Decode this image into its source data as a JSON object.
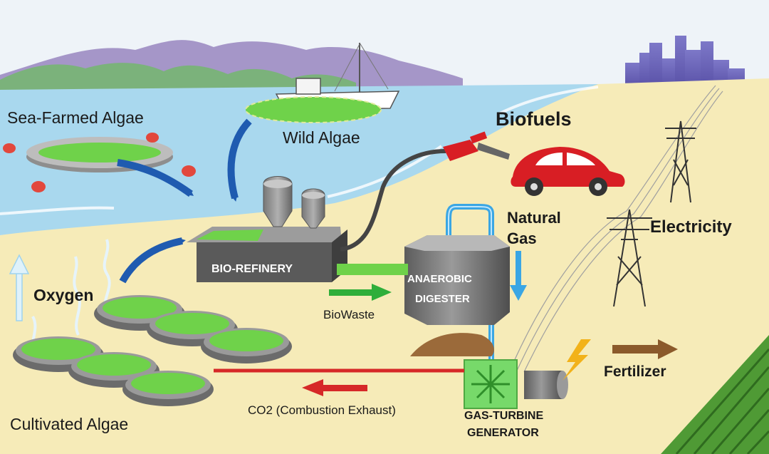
{
  "labels": {
    "sea_farmed_algae": "Sea-Farmed Algae",
    "wild_algae": "Wild Algae",
    "biofuels": "Biofuels",
    "natural_gas_line1": "Natural",
    "natural_gas_line2": "Gas",
    "electricity": "Electricity",
    "oxygen": "Oxygen",
    "bio_refinery": "BIO-REFINERY",
    "anaerobic_line1": "ANAEROBIC",
    "anaerobic_line2": "DIGESTER",
    "biowaste": "BioWaste",
    "fertilizer": "Fertilizer",
    "cultivated_algae": "Cultivated Algae",
    "co2": "CO2 (Combustion Exhaust)",
    "gas_turbine_line1": "GAS-TURBINE",
    "gas_turbine_line2": "GENERATOR"
  },
  "colors": {
    "sky": "#eef3f8",
    "water": "#a9d8ee",
    "sand": "#f6ebb8",
    "algae_green": "#6fd24a",
    "arrow_blue": "#1f5bb0",
    "arrow_green": "#2fae3a",
    "co2_red": "#d62828",
    "pipe_blue": "#3aa6e4",
    "fertilizer_brown": "#8b5a2b",
    "car_red": "#d81e24",
    "city_purple": "#6a63b8",
    "mountain_green": "#7bb27b",
    "mountain_purple": "#a596c8"
  }
}
